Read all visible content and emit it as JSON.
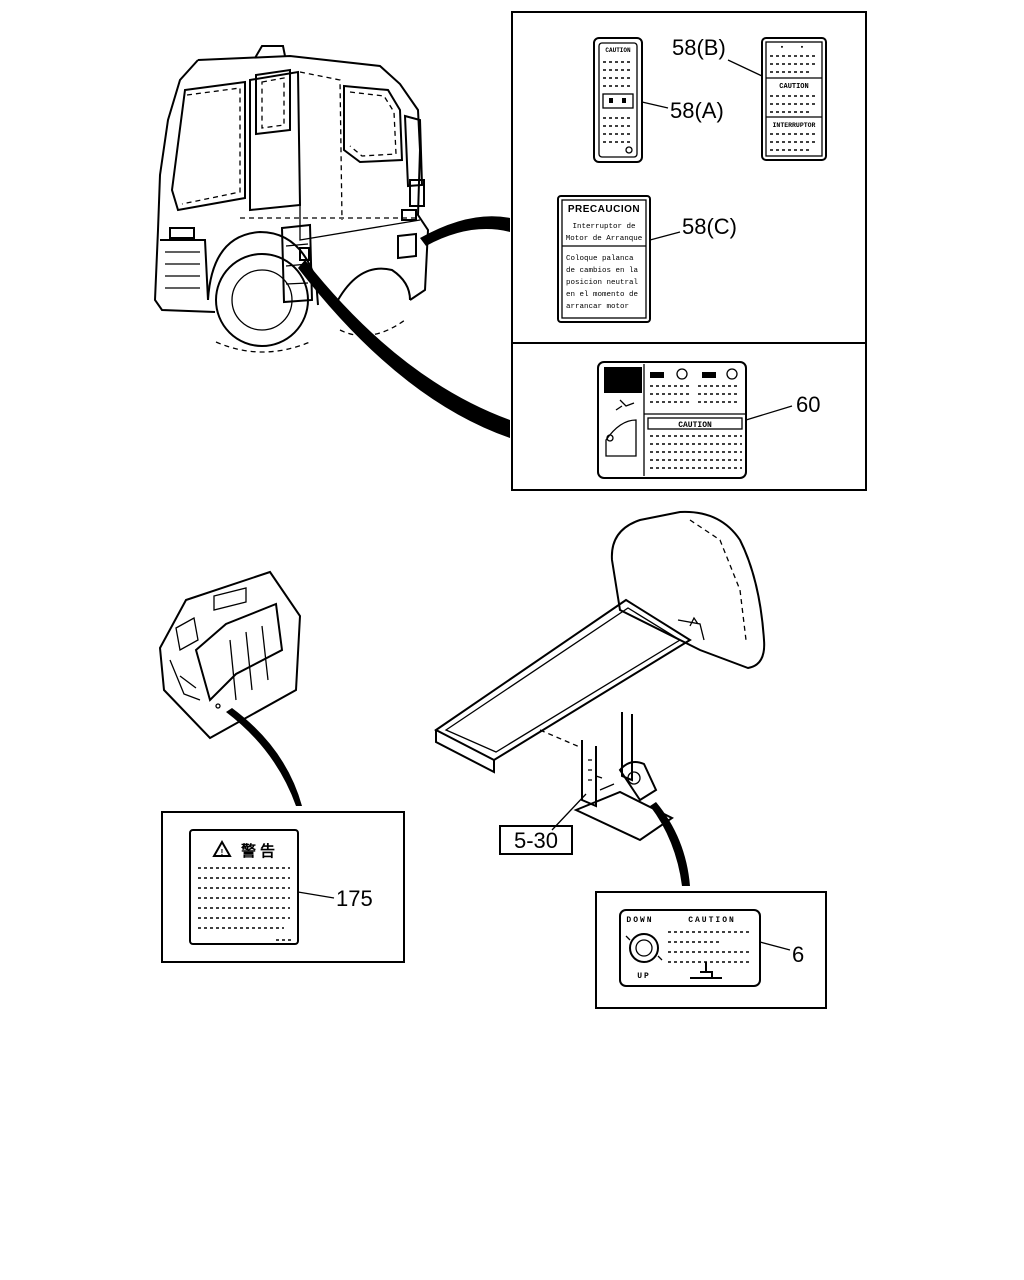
{
  "labels": {
    "label_58a": {
      "callout": "58(A)",
      "header": "CAUTION"
    },
    "label_58b": {
      "callout": "58(B)",
      "heading_caution": "CAUTION",
      "heading_interruptor": "INTERRUPTOR"
    },
    "label_58c": {
      "callout": "58(C)",
      "title": "PRECAUCION",
      "subtitle_line1": "Interruptor de",
      "subtitle_line2": "Motor de Arranque",
      "body_line1": "Coloque palanca",
      "body_line2": "de cambios en la",
      "body_line3": "posicion neutral",
      "body_line4": "en el momento de",
      "body_line5": "arrancar motor"
    },
    "label_60": {
      "callout": "60",
      "heading": "CAUTION"
    },
    "label_175": {
      "callout": "175",
      "heading": "警告"
    },
    "label_6": {
      "callout": "6",
      "word_down": "DOWN",
      "word_caution": "CAUTION",
      "word_up": "UP"
    }
  },
  "references": {
    "ref_5_30": "5-30"
  }
}
